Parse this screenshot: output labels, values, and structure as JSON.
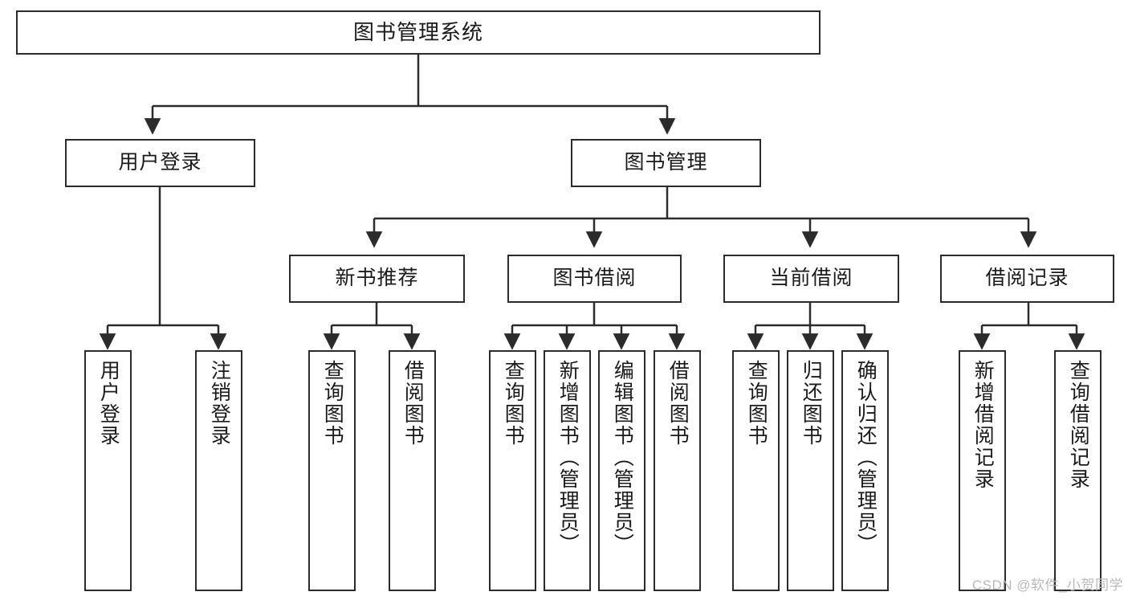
{
  "diagram": {
    "title": "图书管理系统",
    "watermark": "CSDN @软件_小贺同学",
    "colors": {
      "stroke": "#2b2b2b",
      "fill": "#ffffff",
      "text": "#1a1a1a",
      "watermark": "#b9b9b9"
    },
    "levels": {
      "root": {
        "label": "图书管理系统"
      },
      "level1": [
        {
          "label": "用户登录"
        },
        {
          "label": "图书管理"
        }
      ],
      "level2": [
        {
          "label": "新书推荐"
        },
        {
          "label": "图书借阅"
        },
        {
          "label": "当前借阅"
        },
        {
          "label": "借阅记录"
        }
      ]
    },
    "leaves": {
      "user_login": [
        {
          "label": "用户登录"
        },
        {
          "label": "注销登录"
        }
      ],
      "new_book_recommend": [
        {
          "label": "查询图书"
        },
        {
          "label": "借阅图书"
        }
      ],
      "book_borrow": [
        {
          "label": "查询图书"
        },
        {
          "label": "新增图书（管理员）"
        },
        {
          "label": "编辑图书（管理员）"
        },
        {
          "label": "借阅图书"
        }
      ],
      "current_borrow": [
        {
          "label": "查询图书"
        },
        {
          "label": "归还图书"
        },
        {
          "label": "确认归还（管理员）"
        }
      ],
      "borrow_record": [
        {
          "label": "新增借阅记录"
        },
        {
          "label": "查询借阅记录"
        }
      ]
    }
  }
}
